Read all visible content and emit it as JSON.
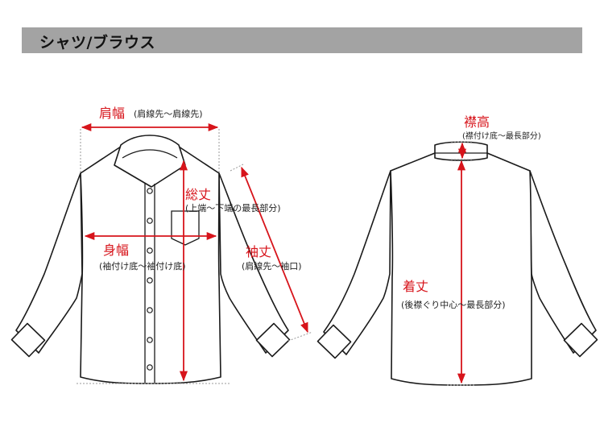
{
  "header": {
    "title": "シャツ/ブラウス"
  },
  "colors": {
    "accent": "#d7141b",
    "header_bg": "#a3a3a3",
    "line": "#1a1a1a"
  },
  "labels": {
    "shoulder": {
      "title": "肩幅",
      "note": "(肩線先〜肩線先)"
    },
    "total_length": {
      "title": "総丈",
      "note": "(上端〜下端の最長部分)"
    },
    "body_width": {
      "title": "身幅",
      "note": "(袖付け底〜袖付け底)"
    },
    "sleeve": {
      "title": "袖丈",
      "note": "(肩線先〜袖口)"
    },
    "collar_height": {
      "title": "襟高",
      "note": "(襟付け底〜最長部分)"
    },
    "length": {
      "title": "着丈",
      "note": "(後襟ぐり中心〜最長部分)"
    }
  }
}
